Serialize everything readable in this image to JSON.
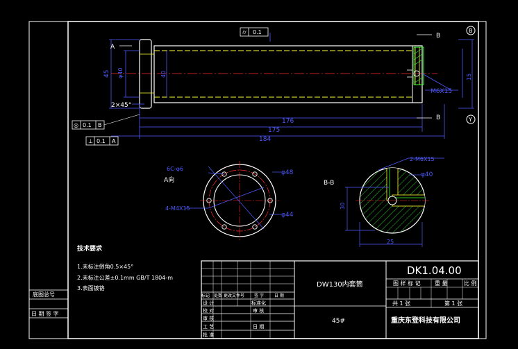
{
  "drawing": {
    "labels": {
      "section_a": "A",
      "section_b": "B",
      "section_b2": "B",
      "view_a": "A向",
      "section_bb": "B-B",
      "datum_b_circle": "B",
      "datum_y_circle": "Y",
      "chamfer": "2×45°"
    },
    "dims": {
      "len_176": "176",
      "len_175": "175",
      "len_184": "184",
      "dia_left_outer": "45",
      "dia_left_inner": "φ40",
      "dia_mid": "40",
      "thread_m": "M6X15",
      "right_h": "15",
      "dia_48": "φ48",
      "dia_44": "φ44",
      "pcd_holes": "6C-φ6",
      "thread_holes": "4-M4X15",
      "bb_thread": "2-M6X15",
      "bb_dia": "φ40",
      "bb_h": "30",
      "bb_w": "25"
    },
    "tolerances": {
      "flatness": "0.1",
      "runout": "0.1",
      "runout_datum": "B",
      "perp": "0.1",
      "perp_datum": "A"
    },
    "tech_req": {
      "title": "技术要求",
      "items": [
        "1.未标注倒角0.5×45°",
        "2.未标注公差±0.1mm GB/T 1804-m",
        "3.表面镀铬"
      ]
    },
    "side_table": {
      "row1": "底图总号",
      "row2": "日 期 签 字"
    },
    "title_block": {
      "drawing_no": "DK1.04.00",
      "part_name": "DW130内套筒",
      "material": "45#",
      "company": "重庆东登科技有限公司",
      "hdr_mark": "图 样 标 记",
      "hdr_weight": "重 量",
      "hdr_scale": "比 例",
      "sheet_total": "共 1 张",
      "sheet_no": "第 1 张",
      "rev_headers": [
        "标记",
        "处数",
        "更改文件号",
        "签 字",
        "日 期"
      ],
      "rows": [
        "设 计",
        "校 对",
        "审 核",
        "工 艺"
      ],
      "row_mid": [
        "标准化",
        "审 核",
        "日 期"
      ],
      "approve": "批 准"
    }
  },
  "colors": {
    "frame": "#ffffff",
    "outline": "#ffffff",
    "dim": "#4f5bff",
    "center": "#ff2a2a",
    "thread": "#ffff33",
    "green": "#33ff33",
    "magenta": "#ff33ff"
  }
}
